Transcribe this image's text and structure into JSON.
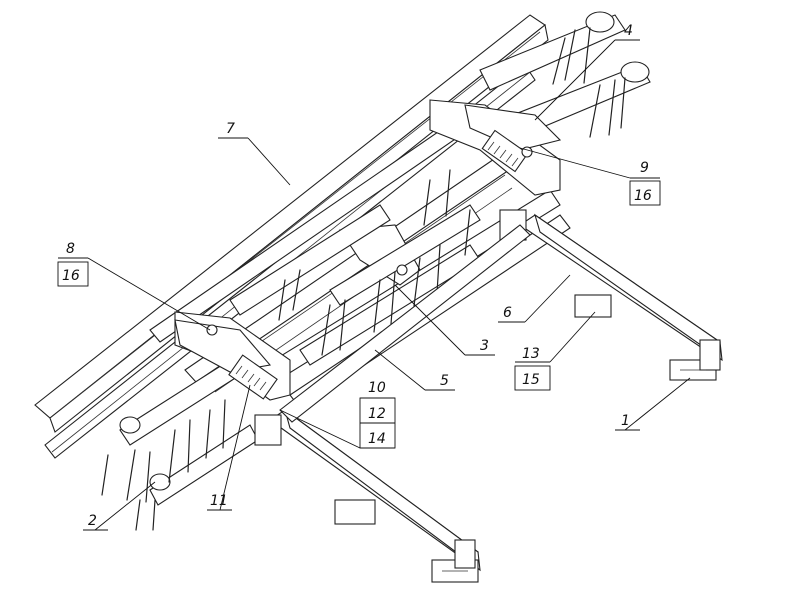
{
  "callouts": {
    "c1": "1",
    "c2": "2",
    "c3": "3",
    "c4": "4",
    "c5": "5",
    "c6": "6",
    "c7": "7",
    "c8_top": "8",
    "c8_bottom": "16",
    "c9_top": "9",
    "c9_bottom": "16",
    "c10": "10",
    "c12": "12",
    "c14": "14",
    "c11": "11",
    "c13_top": "13",
    "c13_bottom": "15"
  },
  "colors": {
    "ink": "#222222",
    "paper": "#ffffff"
  }
}
